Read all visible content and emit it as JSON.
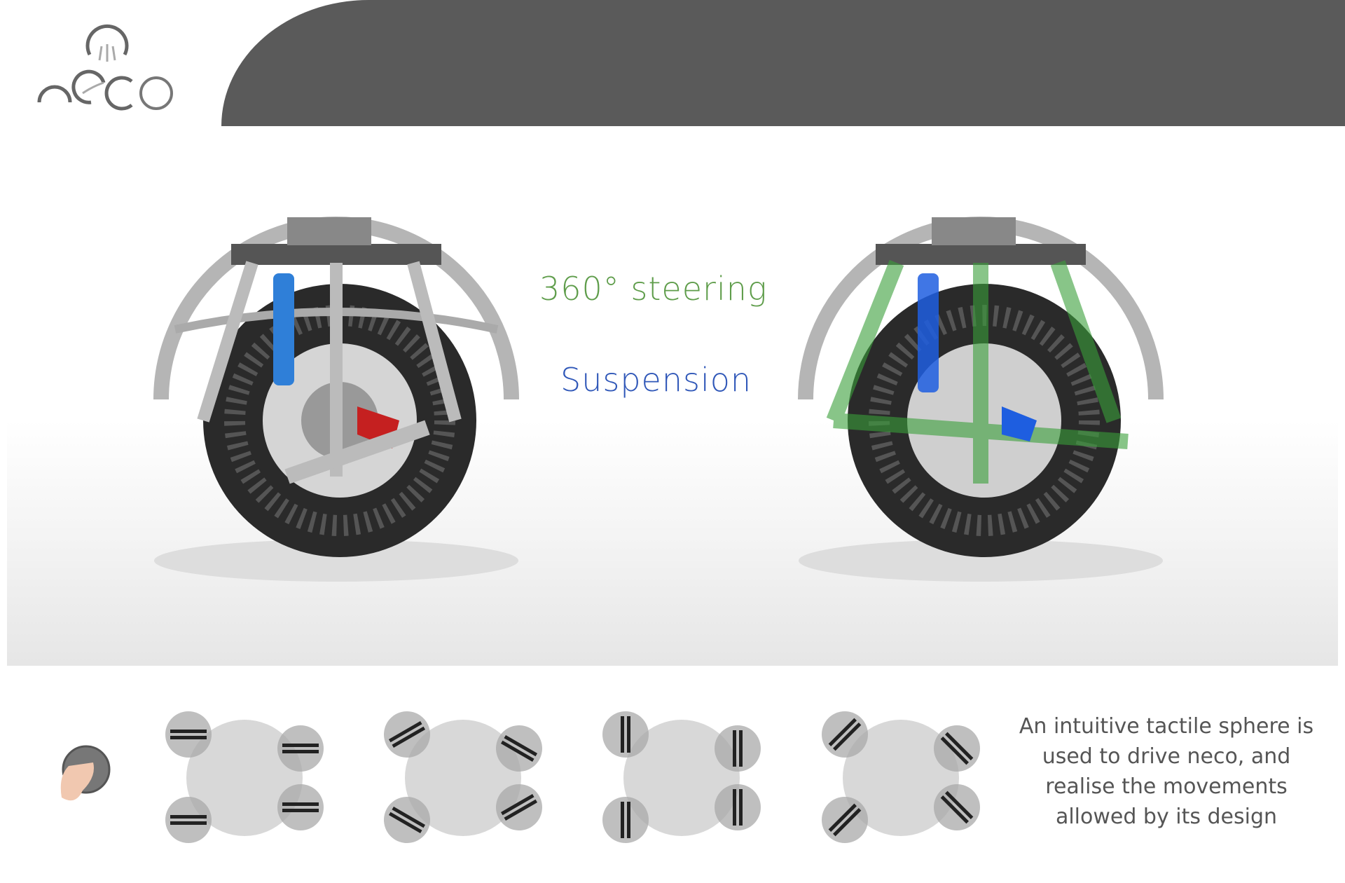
{
  "brand": {
    "logo_text": "neco"
  },
  "labels": {
    "steering": "360° steering",
    "suspension": "Suspension"
  },
  "colors": {
    "header": "#5a5a5a",
    "steering": "#5f9d4b",
    "suspension": "#2f57b8",
    "text": "#555555"
  },
  "description": {
    "lines": [
      "An intuitive tactile sphere is",
      "used to drive neco, and",
      "realise the movements",
      "allowed by its design"
    ]
  },
  "diagrams": [
    {
      "wheel_angles": [
        0,
        0,
        0,
        0
      ]
    },
    {
      "wheel_angles": [
        30,
        -30,
        -30,
        30
      ]
    },
    {
      "wheel_angles": [
        90,
        90,
        90,
        90
      ]
    },
    {
      "wheel_angles": [
        45,
        -45,
        45,
        -45
      ]
    }
  ]
}
